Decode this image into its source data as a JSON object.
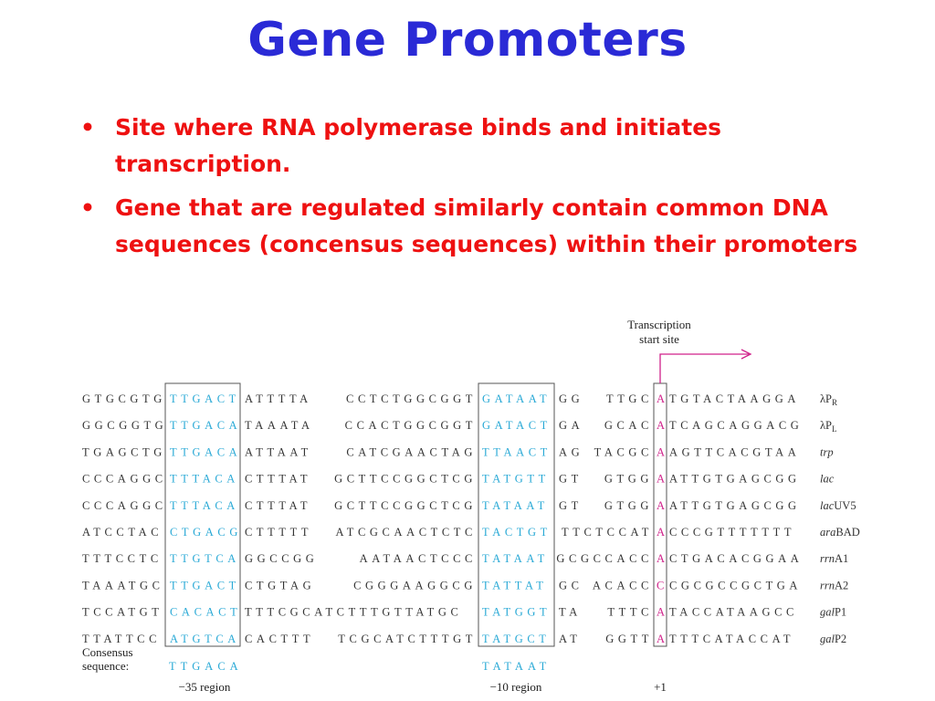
{
  "slide": {
    "title": "Gene Promoters",
    "bullets": [
      "Site where RNA polymerase binds and initiates transcription.",
      "Gene that are regulated similarly contain common DNA sequences (concensus sequences) within their promoters"
    ]
  },
  "figure": {
    "tss_label_line1": "Transcription",
    "tss_label_line2": "start site",
    "consensus_label_line1": "Consensus",
    "consensus_label_line2": "sequence:",
    "consensus_minus35": "TTGACA",
    "consensus_minus10": "TATAAT",
    "region_minus35": "−35 region",
    "region_minus10": "−10 region",
    "region_plus1": "+1",
    "colors": {
      "base": "#333333",
      "box_seq": "#29a9d6",
      "start": "#d0208a",
      "arrow": "#d0208a",
      "box": "#555555"
    },
    "rows": [
      {
        "pre": "GTGCGTG",
        "m35": "TTGACT",
        "spacer1": "ATTTTA",
        "spacer2": "CCTCTGGCGGT",
        "m10": "GATAAT",
        "post1": "GG",
        "post2": "TTGC",
        "start": "A",
        "downstream": "TGTACTAAGGA",
        "name_pre": "λP",
        "name_sub": "R",
        "name_post": ""
      },
      {
        "pre": "GGCGGTG",
        "m35": "TTGACA",
        "spacer1": "TAAATA",
        "spacer2": "CCACTGGCGGT",
        "m10": "GATACT",
        "post1": "GA",
        "post2": "GCAC",
        "start": "A",
        "downstream": "TCAGCAGGACG",
        "name_pre": "λP",
        "name_sub": "L",
        "name_post": ""
      },
      {
        "pre": "TGAGCTG",
        "m35": "TTGACA",
        "spacer1": "ATTAAT",
        "spacer2": "CATCGAACTAG",
        "m10": "TTAACT",
        "post1": "AG",
        "post2": "TACGC",
        "start": "A",
        "downstream": "AGTTCACGTAA",
        "name_pre": "trp",
        "name_sub": "",
        "name_post": ""
      },
      {
        "pre": "CCCAGGC",
        "m35": "TTTACA",
        "spacer1": "CTTTAT",
        "spacer2": "GCTTCCGGCTCG",
        "m10": "TATGTT",
        "post1": "GT",
        "post2": "GTGG",
        "start": "A",
        "downstream": "ATTGTGAGCGG",
        "name_pre": "lac",
        "name_sub": "",
        "name_post": ""
      },
      {
        "pre": "CCCAGGC",
        "m35": "TTTACA",
        "spacer1": "CTTTAT",
        "spacer2": "GCTTCCGGCTCG",
        "m10": "TATAAT",
        "post1": "GT",
        "post2": "GTGG",
        "start": "A",
        "downstream": "ATTGTGAGCGG",
        "name_pre": "lac",
        "name_sub": "",
        "name_post": "UV5"
      },
      {
        "pre": "ATCCTAC",
        "m35": "CTGACG",
        "spacer1": "CTTTTT",
        "spacer2": "ATCGCAACTCTC",
        "m10": "TACTGT",
        "post1": "TTCTCCAT",
        "post2": "",
        "start": "A",
        "downstream": "CCCGTTTTTTT",
        "name_pre": "ara",
        "name_sub": "",
        "name_post": "BAD"
      },
      {
        "pre": "TTTCCTC",
        "m35": "TTGTCA",
        "spacer1": "GGCCGG",
        "spacer2": "AATAACTCCC",
        "m10": "TATAAT",
        "post1": "GCGCCACC",
        "post2": "",
        "start": "A",
        "downstream": "CTGACACGGAA",
        "name_pre": "rrn",
        "name_sub": "",
        "name_post": "A1"
      },
      {
        "pre": "TAAATGC",
        "m35": "TTGACT",
        "spacer1": "CTGTAG",
        "spacer2": "CGGGAAGGCG",
        "m10": "TATTAT",
        "post1": "GC",
        "post2": "ACACC",
        "start": "C",
        "downstream": "CGCGCCGCTGA",
        "name_pre": "rrn",
        "name_sub": "",
        "name_post": "A2"
      },
      {
        "pre": "TCCATGT",
        "m35": "CACACT",
        "spacer1": "TTTCGCATCTTTGTTATGC",
        "spacer2": "",
        "m10": "TATGGT",
        "post1": "TA",
        "post2": "TTTC",
        "start": "A",
        "downstream": "TACCATAAGCC",
        "name_pre": "gal",
        "name_sub": "",
        "name_post": "P1"
      },
      {
        "pre": "TTATTCC",
        "m35": "ATGTCA",
        "spacer1": "CACTTT",
        "spacer2": "TCGCATCTTTGT",
        "m10": "TATGCT",
        "post1": "AT",
        "post2": "GGTT",
        "start": "A",
        "downstream": "TTTCATACCAT",
        "name_pre": "gal",
        "name_sub": "",
        "name_post": "P2"
      }
    ]
  }
}
